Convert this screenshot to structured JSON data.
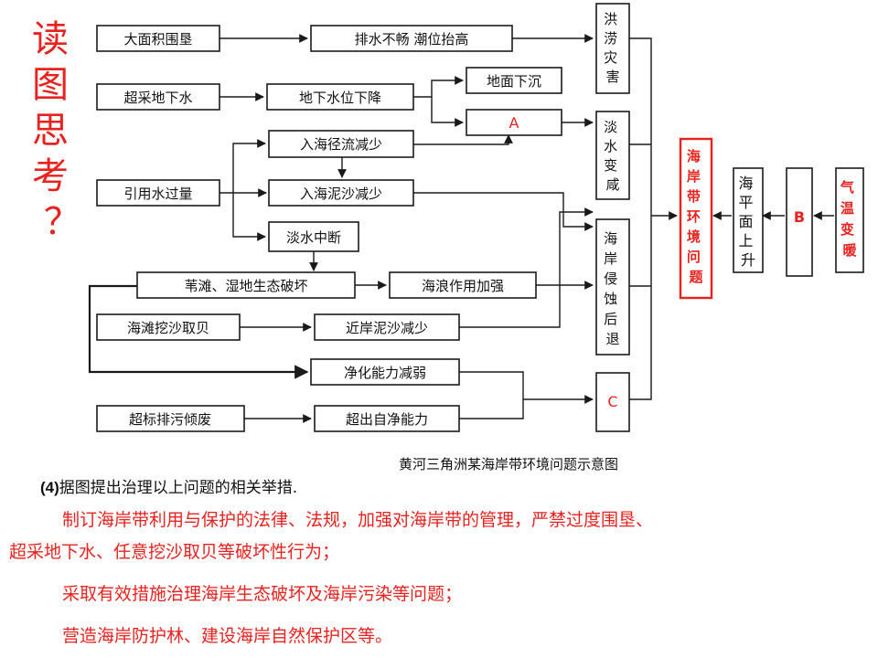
{
  "side_title": [
    "读",
    "图",
    "思",
    "考",
    "？"
  ],
  "nodes": {
    "n1": "大面积围垦",
    "n2": "排水不畅 潮位抬高",
    "n3": "超采地下水",
    "n4": "地下水位下降",
    "n5": "地面下沉",
    "n6": "A",
    "n7": "入海径流减少",
    "n8": "引用水过量",
    "n9": "入海泥沙减少",
    "n10": "淡水中断",
    "n11": "苇滩、湿地生态破坏",
    "n12": "海浪作用加强",
    "n13": "海滩挖沙取贝",
    "n14": "近岸泥沙减少",
    "n15": "净化能力减弱",
    "n16": "超标排污倾废",
    "n17": "超出自净能力",
    "v1": [
      "洪",
      "涝",
      "灾",
      "害"
    ],
    "v2": [
      "淡",
      "水",
      "变",
      "咸"
    ],
    "v3": [
      "海",
      "岸",
      "侵",
      "蚀",
      "后",
      "退"
    ],
    "v4": "C",
    "v5": [
      "海",
      "岸",
      "带",
      "环",
      "境",
      "问",
      "题"
    ],
    "v6": [
      "海",
      "平",
      "面",
      "上",
      "升"
    ],
    "v7": "B",
    "v8": [
      "气",
      "温",
      "变",
      "暖"
    ]
  },
  "caption": "黄河三角洲某海岸带环境问题示意图",
  "question": {
    "num": "(4)",
    "text": "据图提出治理以上问题的相关举措."
  },
  "answers": [
    "制订海岸带利用与保护的法律、法规，加强对海岸带的管理，严禁过度围垦、",
    "超采地下水、任意挖沙取贝等破坏性行为；",
    "采取有效措施治理海岸生态破坏及海岸污染等问题；",
    "营造海岸防护林、建设海岸自然保护区等。"
  ],
  "colors": {
    "red": "#e8221e",
    "ink": "#111111"
  }
}
